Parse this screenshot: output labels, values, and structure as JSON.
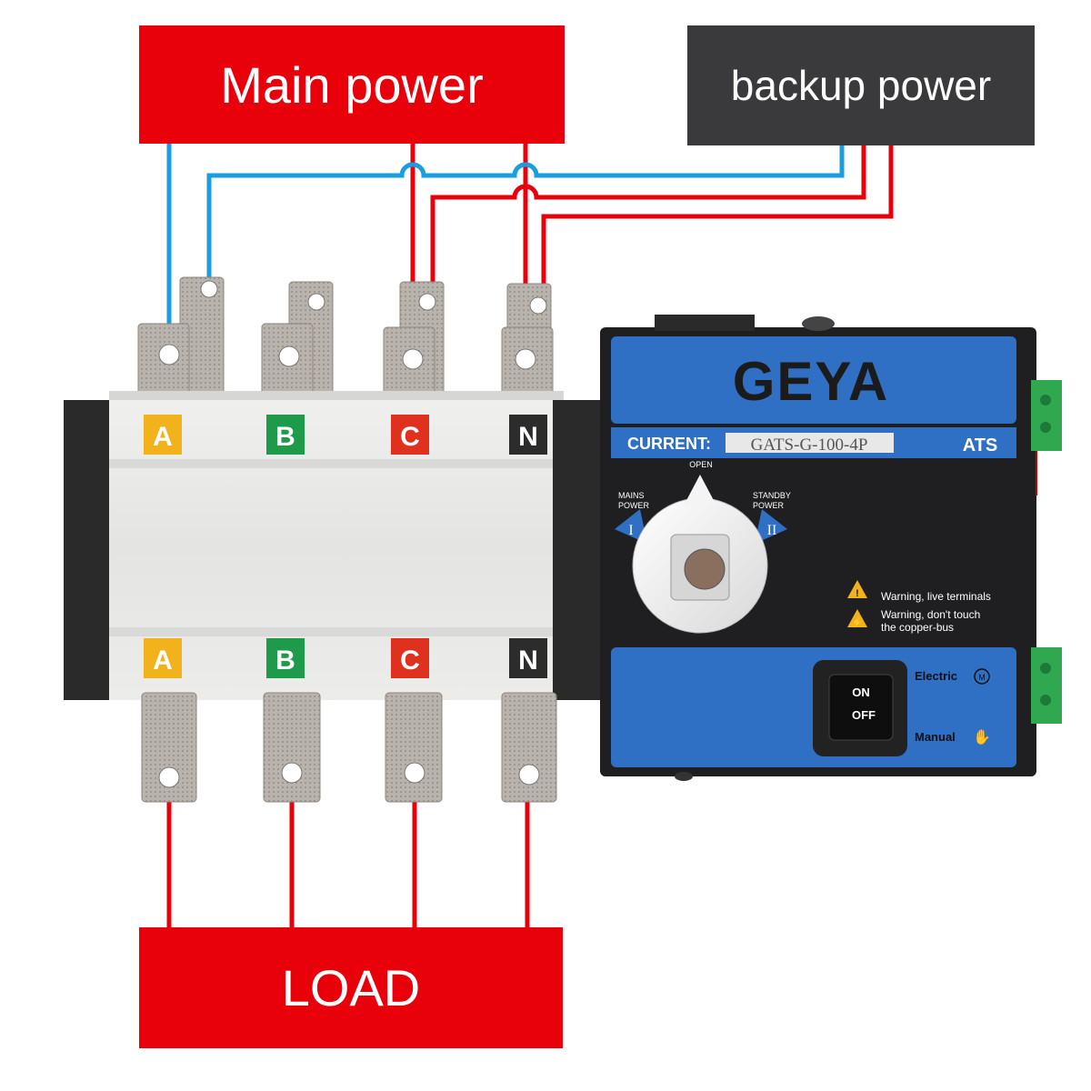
{
  "labels": {
    "main_power": "Main power",
    "backup_power": "backup power",
    "load": "LOAD"
  },
  "phases_top": [
    "A",
    "B",
    "C",
    "N"
  ],
  "phases_bottom": [
    "A",
    "B",
    "C",
    "N"
  ],
  "controller": {
    "brand": "GEYA",
    "current_label": "CURRENT:",
    "model": "GATS-G-100-4P",
    "type": "ATS",
    "open_label": "OPEN",
    "mains_label_1": "MAINS",
    "mains_label_2": "POWER",
    "mains_numeral": "I",
    "standby_label_1": "STANDBY",
    "standby_label_2": "POWER",
    "standby_numeral": "II",
    "warning_1": "Warning, live terminals",
    "warning_2_line1": "Warning, don't touch",
    "warning_2_line2": "the copper-bus",
    "switch_on": "ON",
    "switch_off": "OFF",
    "electric_label": "Electric",
    "manual_label": "Manual"
  },
  "colors": {
    "wire_red": "#e8000b",
    "wire_blue": "#1a9ee0",
    "phase_a": "#f2b21b",
    "phase_b": "#1d9a4a",
    "phase_c": "#e0301e",
    "phase_n": "#2c2c2c",
    "panel_blue": "#2f6fc4"
  }
}
